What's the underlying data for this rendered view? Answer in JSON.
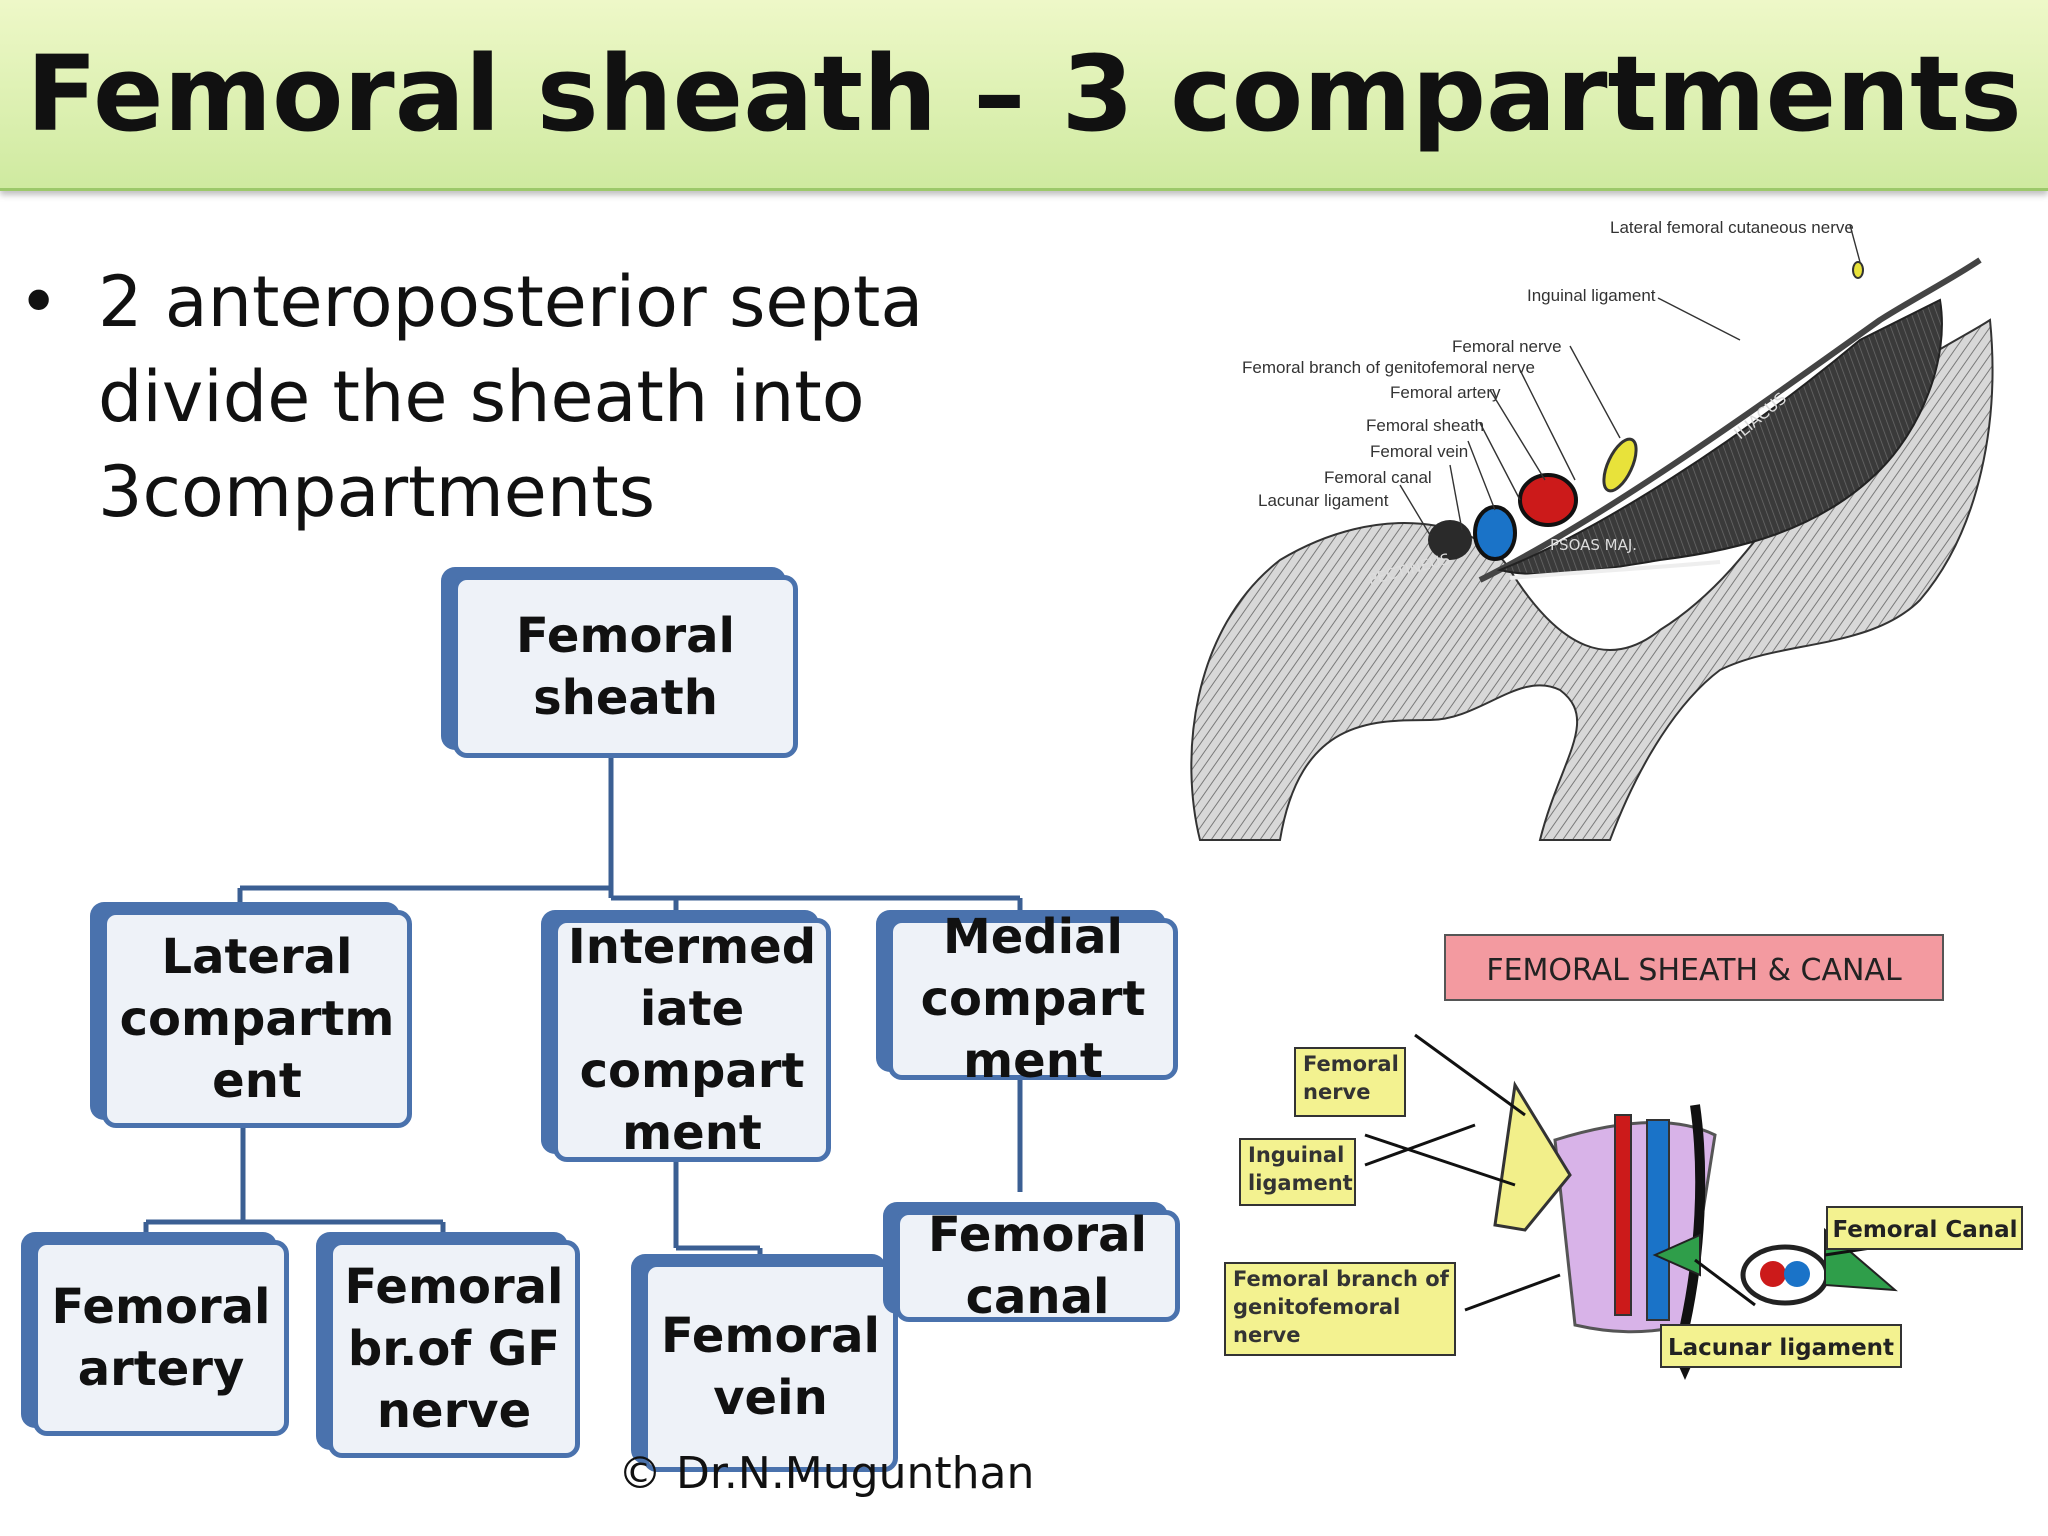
{
  "slide": {
    "title": "Femoral sheath – 3 compartments",
    "bullet_symbol": "•",
    "bullet_text": "2 anteroposterior  septa\ndivide the sheath into\n3compartments",
    "copyright": "© Dr.N.Mugunthan"
  },
  "chart": {
    "root": "Femoral sheath",
    "lateral": "Lateral compartm ent",
    "intermediate": "Intermed iate compart ment",
    "medial": "Medial compart ment",
    "femoral_artery": "Femoral artery",
    "femoral_br_gf": "Femoral br.of GF nerve",
    "femoral_vein": "Femoral vein",
    "femoral_canal": "Femoral canal"
  },
  "anatomy_figure": {
    "labels": {
      "lfcn": "Lateral femoral cutaneous nerve",
      "inguinal": "Inguinal ligament",
      "fem_nerve": "Femoral nerve",
      "fem_branch": "Femoral branch of genitofemoral nerve",
      "fem_artery": "Femoral artery",
      "fem_sheath": "Femoral sheath",
      "fem_vein": "Femoral vein",
      "fem_canal": "Femoral canal",
      "lacunar": "Lacunar ligament",
      "iliacus": "ILIACUS",
      "psoas": "PSOAS MAJ.",
      "pectineus": "PECTINEUS"
    }
  },
  "cartoon_figure": {
    "title": "FEMORAL SHEATH & CANAL",
    "labels": {
      "fem_nerve": "Femoral nerve",
      "inguinal": "Inguinal ligament",
      "fem_branch": "Femoral branch of genitofemoral nerve",
      "fem_canal": "Femoral Canal",
      "lacunar": "Lacunar ligament"
    }
  },
  "colors": {
    "title_bar": "#cfeaa0",
    "node_border": "#4a72ad",
    "node_fill": "#eef2f8",
    "artery": "#cc1a1a",
    "vein": "#1a73c8",
    "nerve": "#e8e23a",
    "cartoon_title_bg": "#f39aa0",
    "cartoon_label_bg": "#f3f290"
  }
}
